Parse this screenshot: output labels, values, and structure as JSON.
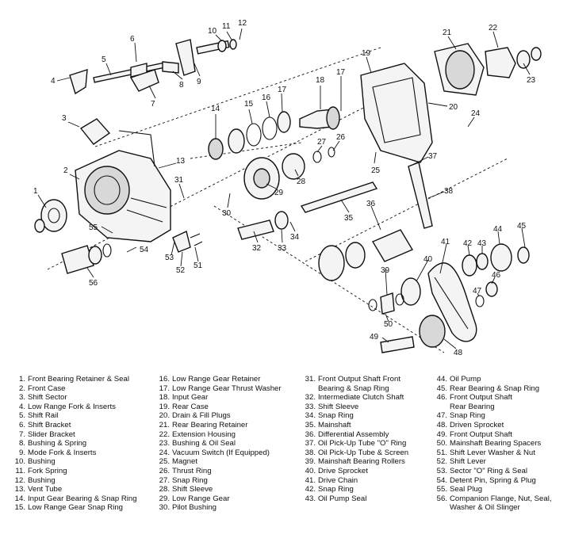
{
  "callouts": [
    "1",
    "2",
    "3",
    "4",
    "5",
    "6",
    "7",
    "8",
    "9",
    "10",
    "11",
    "12",
    "13",
    "14",
    "15",
    "16",
    "17",
    "18",
    "19",
    "20",
    "21",
    "22",
    "23",
    "24",
    "25",
    "26",
    "27",
    "28",
    "29",
    "30",
    "31",
    "32",
    "33",
    "34",
    "35",
    "36",
    "37",
    "38",
    "39",
    "40",
    "41",
    "42",
    "43",
    "44",
    "45",
    "46",
    "47",
    "48",
    "49",
    "50",
    "51",
    "52",
    "53",
    "54",
    "55",
    "56"
  ],
  "legend": {
    "col1": [
      {
        "num": "1.",
        "text": "Front Bearing Retainer & Seal"
      },
      {
        "num": "2.",
        "text": "Front Case"
      },
      {
        "num": "3.",
        "text": "Shift Sector"
      },
      {
        "num": "4.",
        "text": "Low Range Fork & Inserts"
      },
      {
        "num": "5.",
        "text": "Shift Rail"
      },
      {
        "num": "6.",
        "text": "Shift Bracket"
      },
      {
        "num": "7.",
        "text": "Slider Bracket"
      },
      {
        "num": "8.",
        "text": "Bushing & Spring"
      },
      {
        "num": "9.",
        "text": "Mode Fork & Inserts"
      },
      {
        "num": "10.",
        "text": "Bushing"
      },
      {
        "num": "11.",
        "text": "Fork Spring"
      },
      {
        "num": "12.",
        "text": "Bushing"
      },
      {
        "num": "13.",
        "text": "Vent Tube"
      },
      {
        "num": "14.",
        "text": "Input Gear Bearing & Snap Ring"
      },
      {
        "num": "15.",
        "text": "Low Range Gear Snap Ring"
      }
    ],
    "col2": [
      {
        "num": "16.",
        "text": "Low Range Gear Retainer"
      },
      {
        "num": "17.",
        "text": "Low Range Gear Thrust Washer"
      },
      {
        "num": "18.",
        "text": "Input Gear"
      },
      {
        "num": "19.",
        "text": "Rear Case"
      },
      {
        "num": "20.",
        "text": "Drain & Fill Plugs"
      },
      {
        "num": "21.",
        "text": "Rear Bearing Retainer"
      },
      {
        "num": "22.",
        "text": "Extension Housing"
      },
      {
        "num": "23.",
        "text": "Bushing & Oil Seal"
      },
      {
        "num": "24.",
        "text": "Vacuum Switch (If Equipped)"
      },
      {
        "num": "25.",
        "text": "Magnet"
      },
      {
        "num": "26.",
        "text": "Thrust Ring"
      },
      {
        "num": "27.",
        "text": "Snap Ring"
      },
      {
        "num": "28.",
        "text": "Shift Sleeve"
      },
      {
        "num": "29.",
        "text": "Low Range Gear"
      },
      {
        "num": "30.",
        "text": "Pilot Bushing"
      }
    ],
    "col3": [
      {
        "num": "31.",
        "text": "Front Output Shaft Front"
      },
      {
        "num": "",
        "text": "Bearing & Snap Ring"
      },
      {
        "num": "32.",
        "text": "Intermediate Clutch Shaft"
      },
      {
        "num": "33.",
        "text": "Shift Sleeve"
      },
      {
        "num": "34.",
        "text": "Snap Ring"
      },
      {
        "num": "35.",
        "text": "Mainshaft"
      },
      {
        "num": "36.",
        "text": "Differential Assembly"
      },
      {
        "num": "37.",
        "text": "Oil Pick-Up Tube \"O\" Ring"
      },
      {
        "num": "38.",
        "text": "Oil Pick-Up Tube & Screen"
      },
      {
        "num": "39.",
        "text": "Mainshaft Bearing Rollers"
      },
      {
        "num": "40.",
        "text": "Drive Sprocket"
      },
      {
        "num": "41.",
        "text": "Drive Chain"
      },
      {
        "num": "42.",
        "text": "Snap Ring"
      },
      {
        "num": "43.",
        "text": "Oil Pump Seal"
      }
    ],
    "col4": [
      {
        "num": "44.",
        "text": "Oil Pump"
      },
      {
        "num": "45.",
        "text": "Rear Bearing & Snap Ring"
      },
      {
        "num": "46.",
        "text": "Front Output Shaft"
      },
      {
        "num": "",
        "text": "Rear Bearing"
      },
      {
        "num": "47.",
        "text": "Snap Ring"
      },
      {
        "num": "48.",
        "text": "Driven Sprocket"
      },
      {
        "num": "49.",
        "text": "Front Output Shaft"
      },
      {
        "num": "50.",
        "text": "Mainshaft Bearing Spacers"
      },
      {
        "num": "51.",
        "text": "Shift Lever Washer & Nut"
      },
      {
        "num": "52.",
        "text": "Shift Lever"
      },
      {
        "num": "53.",
        "text": "Sector \"O\" Ring & Seal"
      },
      {
        "num": "54.",
        "text": "Detent Pin, Spring & Plug"
      },
      {
        "num": "55.",
        "text": "Seal Plug"
      },
      {
        "num": "56.",
        "text": "Companion Flange, Nut, Seal,"
      },
      {
        "num": "",
        "text": "Washer & Oil Slinger"
      }
    ]
  }
}
